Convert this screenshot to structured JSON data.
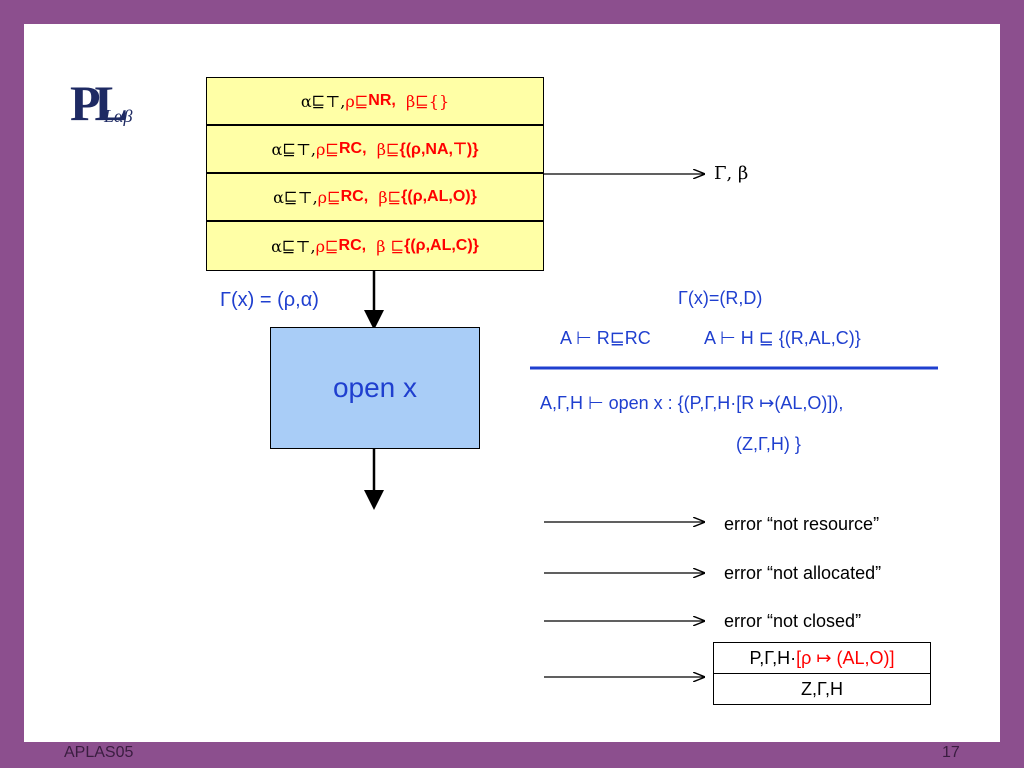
{
  "footer": {
    "left": "APLAS05",
    "right": "17"
  },
  "logo": {
    "main": "PL",
    "sub": "Lαβ"
  },
  "stack": [
    {
      "alpha": "α⊑⊤, ",
      "rho": "ρ⊑",
      "rho_val": "NR,",
      "beta": "  β⊑",
      "beta_val": "{}"
    },
    {
      "alpha": "α⊑⊤, ",
      "rho": "ρ⊑",
      "rho_val": "RC,",
      "beta": "  β⊑",
      "beta_val": "{(ρ,NA,⊤)}"
    },
    {
      "alpha": "α⊑⊤, ",
      "rho": "ρ⊑",
      "rho_val": "RC,",
      "beta": "  β⊑",
      "beta_val": "{(ρ,AL,O)}"
    },
    {
      "alpha": "α⊑⊤, ",
      "rho": "ρ⊑",
      "rho_val": "RC,",
      "beta": "  β ⊑",
      "beta_val": "{(ρ,AL,C)}"
    }
  ],
  "gamma_beta_label": "Γ, β",
  "gamma_x_label": "Γ(x) = (ρ,α)",
  "open_box_label": "open x",
  "rule": {
    "premise_top": "Γ(x)=(R,D)",
    "premise_left": "A ⊢ R⊑RC",
    "premise_right": "A ⊢ H ⊑ {(R,AL,C)}",
    "conclusion_line1": "A,Γ,H ⊢ open x : {(P,Γ,H·[R ↦(AL,O)]),",
    "conclusion_line2": "(Z,Γ,H) }"
  },
  "errors": [
    {
      "prefix": "error ",
      "text": "“not resource”"
    },
    {
      "prefix": "error ",
      "text": "“not allocated”"
    },
    {
      "prefix": "error ",
      "text": "“not closed”"
    }
  ],
  "result_table": {
    "row1_prefix": "P,Γ,H·",
    "row1_red": "[ρ ↦ (AL,O)]",
    "row2": "Z,Γ,H"
  },
  "colors": {
    "frame": "#8c4f8e",
    "stack_fill": "#ffffa6",
    "open_box_fill": "#a9cdf7",
    "accent_blue": "#1f3fcf",
    "accent_red": "#ff0000"
  }
}
